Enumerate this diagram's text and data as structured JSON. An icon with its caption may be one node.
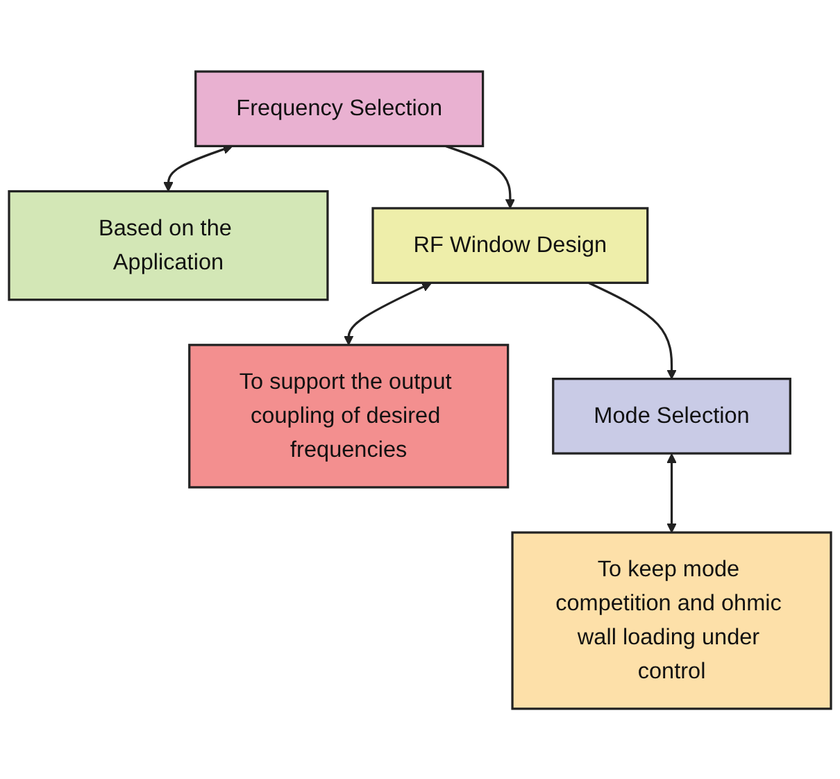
{
  "diagram": {
    "nodes": [
      {
        "text": [
          "Frequency Selection"
        ]
      },
      {
        "text": [
          "Based on the Application"
        ]
      },
      {
        "text": [
          "RF Window Design"
        ]
      },
      {
        "text": [
          "To support the output coupling of desired frequencies"
        ]
      },
      {
        "text": [
          "Mode Selection"
        ]
      },
      {
        "text": [
          "To keep mode competition and ohmic wall loading under control"
        ]
      }
    ],
    "edges": [
      {
        "from": 0,
        "to": 1,
        "arrow": "both"
      },
      {
        "from": 0,
        "to": 2,
        "arrow": "to"
      },
      {
        "from": 2,
        "to": 3,
        "arrow": "both"
      },
      {
        "from": 2,
        "to": 4,
        "arrow": "to"
      },
      {
        "from": 4,
        "to": 5,
        "arrow": "both"
      }
    ]
  }
}
